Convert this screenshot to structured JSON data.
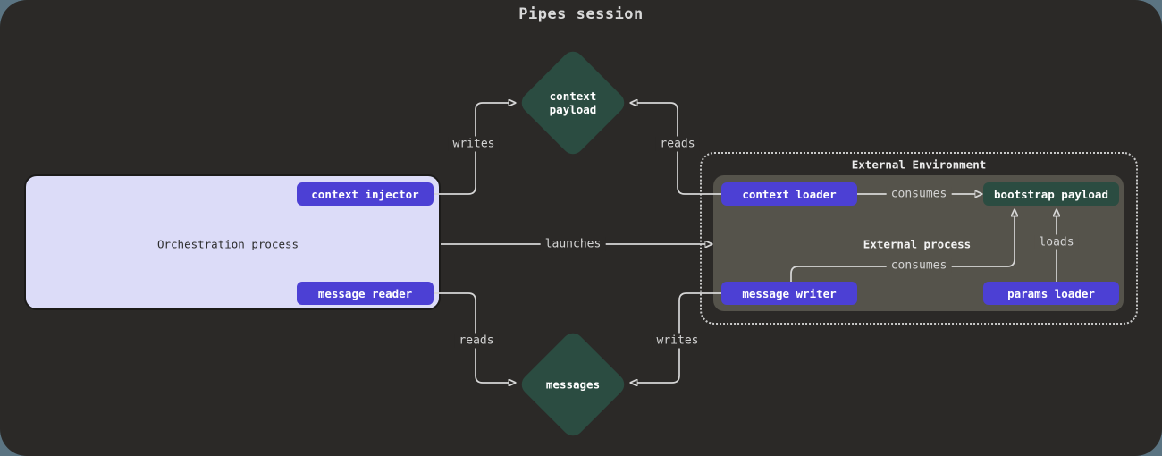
{
  "title": "Pipes session",
  "orchestration": {
    "label": "Orchestration process",
    "context_injector": "context injector",
    "message_reader": "message reader"
  },
  "external_environment": {
    "label": "External Environment",
    "process": {
      "label": "External process",
      "context_loader": "context loader",
      "bootstrap_payload": "bootstrap payload",
      "message_writer": "message writer",
      "params_loader": "params loader"
    }
  },
  "resources": {
    "context_payload_line1": "context",
    "context_payload_line2": "payload",
    "messages": "messages"
  },
  "edges": {
    "writes_top": "writes",
    "reads_top": "reads",
    "launches": "launches",
    "consumes_top": "consumes",
    "consumes_bottom": "consumes",
    "loads": "loads",
    "reads_bottom": "reads",
    "writes_bottom": "writes"
  },
  "colors": {
    "outer_background": "#5b7482",
    "canvas": "#2b2927",
    "accent_purple": "#4c40d4",
    "resource_green": "#2b4c41",
    "orchestration_lavender": "#dcdcf8",
    "process_gray": "#55534b",
    "connector_line": "#d6d6d6"
  }
}
